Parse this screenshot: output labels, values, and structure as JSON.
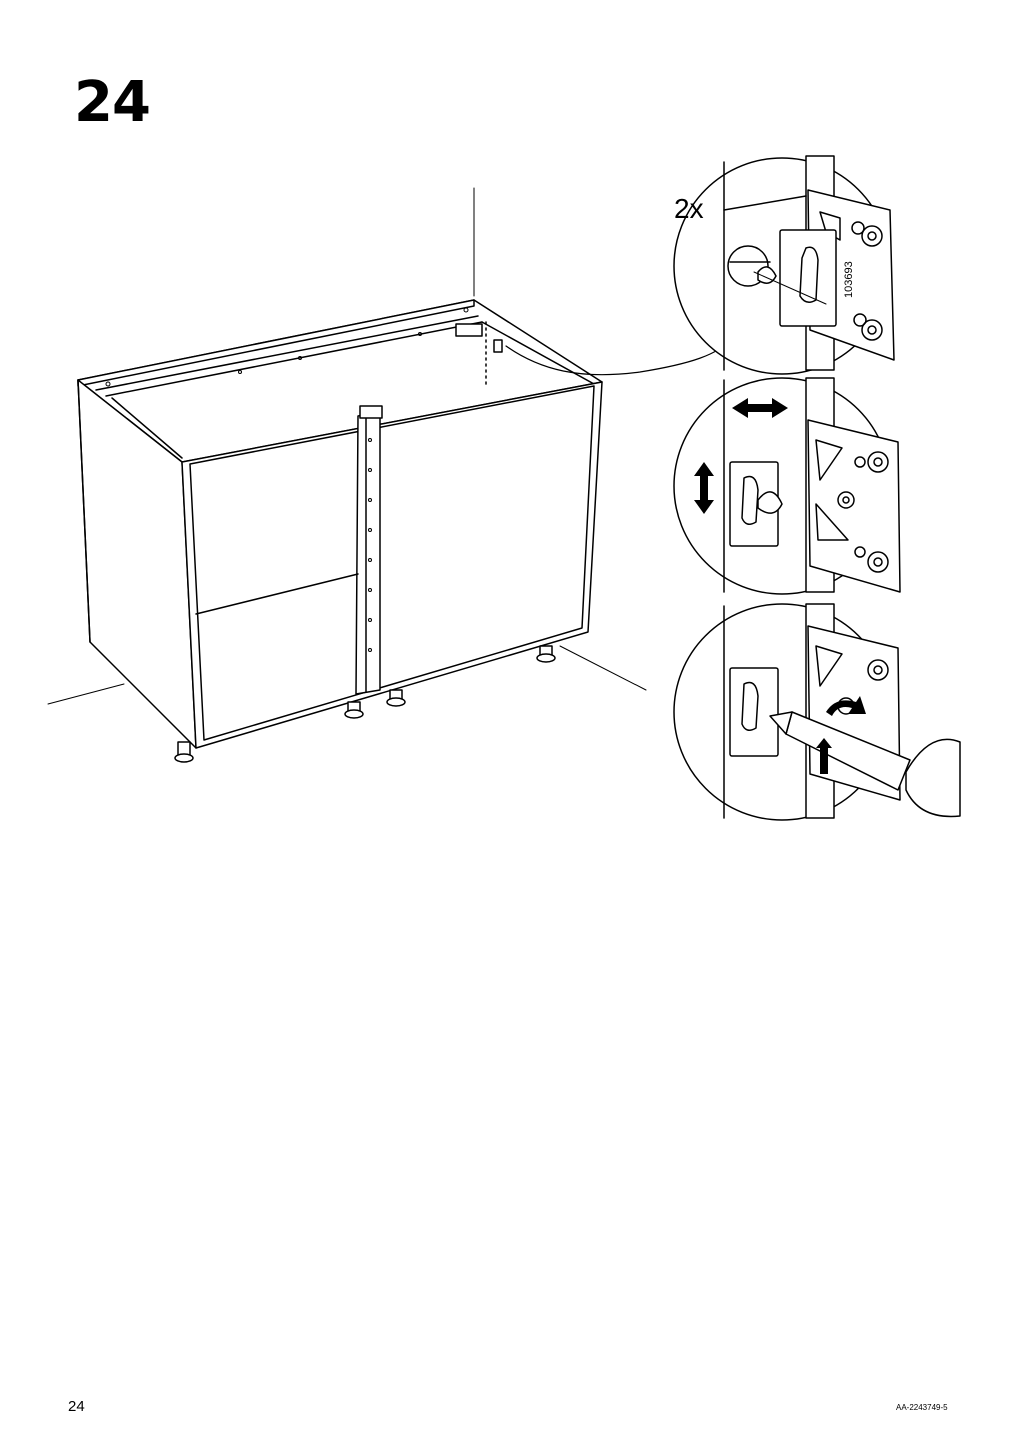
{
  "step": {
    "number": "24"
  },
  "detail": {
    "quantity": "2x",
    "part_number": "103693"
  },
  "footer": {
    "page_number": "24",
    "document_code": "AA-2243749-5"
  },
  "icons": [
    "cabinet-illustration",
    "hinge-bracket-icon",
    "horizontal-arrow-icon",
    "vertical-arrow-icon",
    "rotate-arrow-icon",
    "screwdriver-icon"
  ]
}
